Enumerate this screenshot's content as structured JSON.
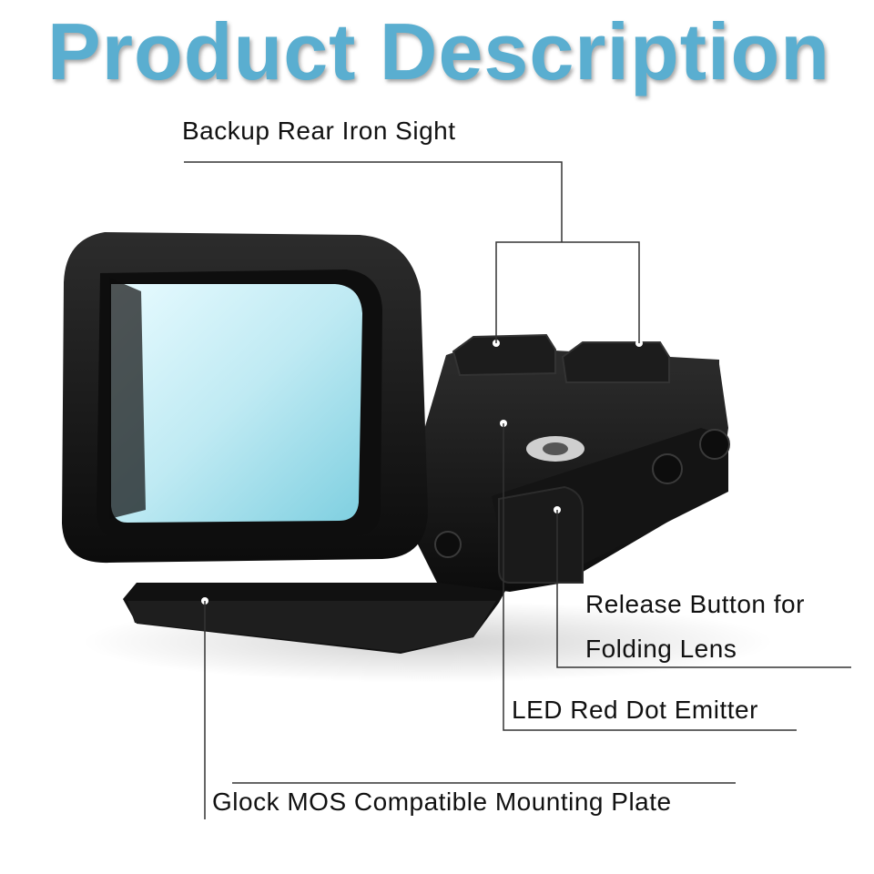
{
  "header": {
    "title": "Product Description"
  },
  "callouts": {
    "backup_sight": "Backup Rear Iron Sight",
    "release_button_line1": "Release Button for",
    "release_button_line2": "Folding Lens",
    "led_emitter": "LED Red Dot Emitter",
    "mounting_plate": "Glock MOS Compatible Mounting Plate"
  },
  "colors": {
    "title": "#5aaed0",
    "lens": "#bfeaf3",
    "body": "#151515",
    "leader_line": "#333333"
  }
}
